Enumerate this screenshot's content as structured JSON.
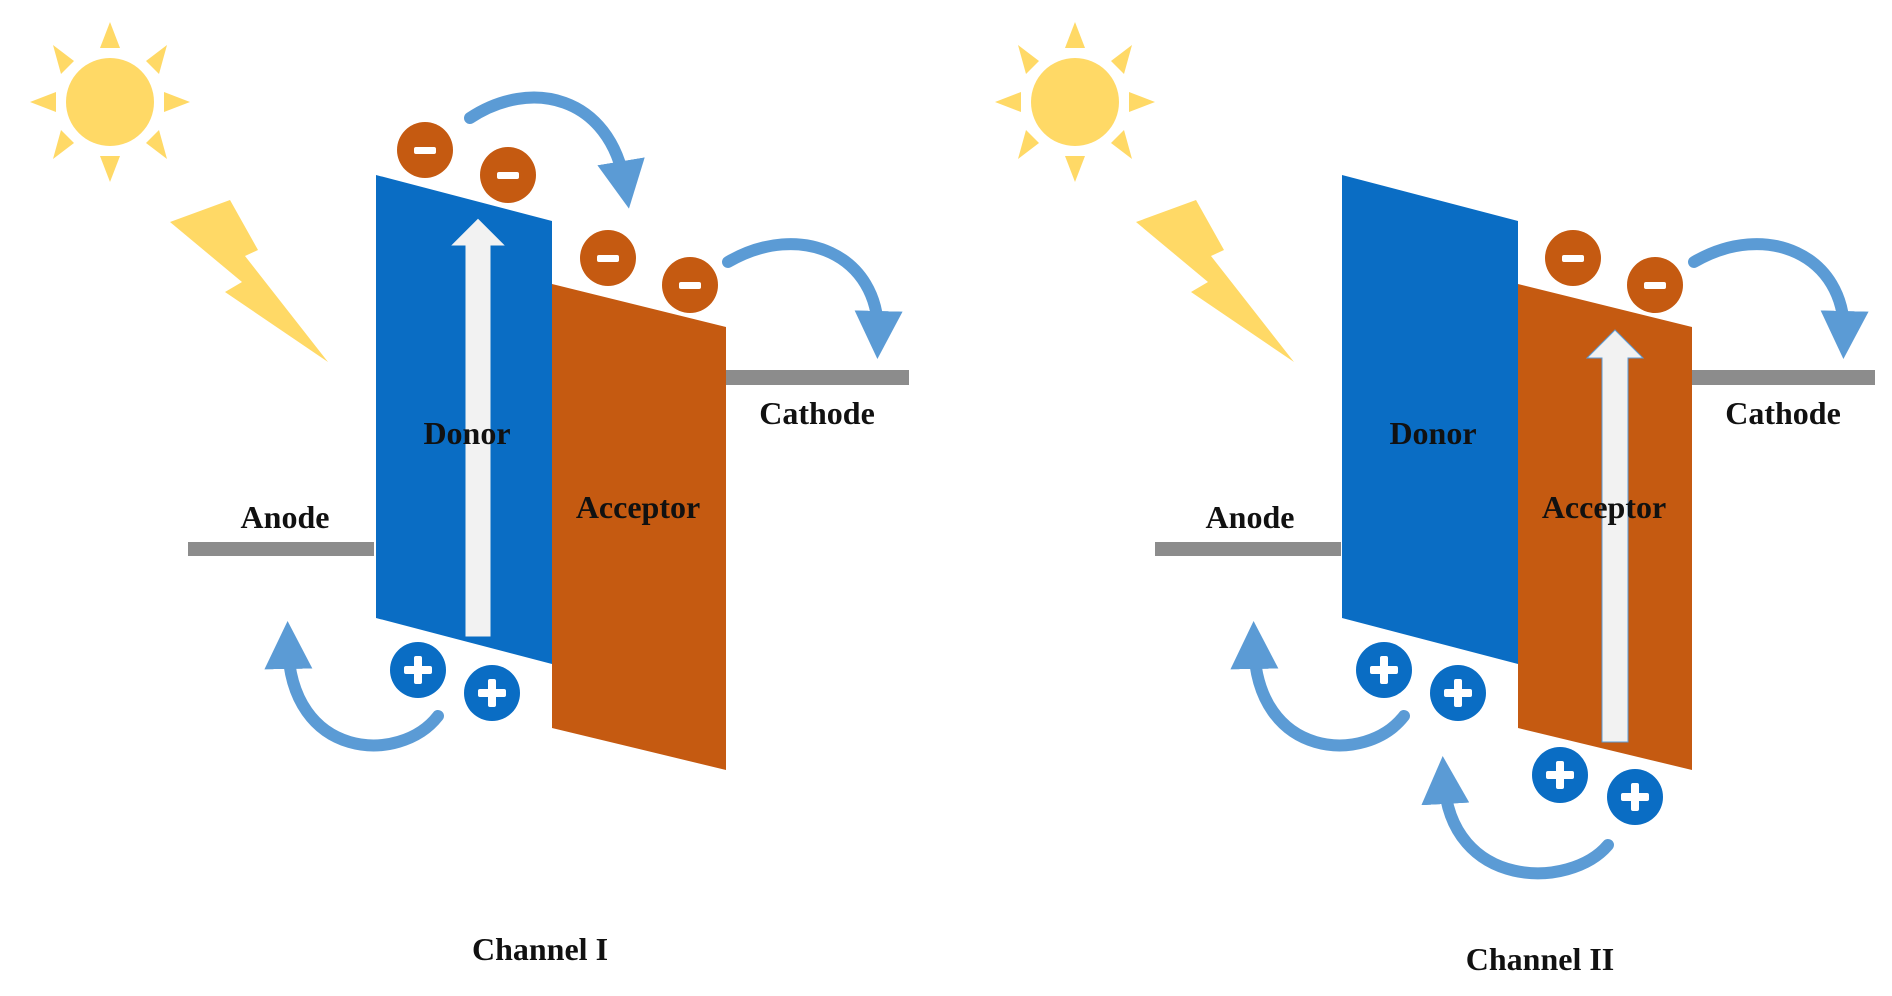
{
  "colors": {
    "donor": "#0A6DC4",
    "acceptor": "#C55A11",
    "electrode": "#8C8C8C",
    "sun": "#FFD966",
    "bolt": "#FFD966",
    "arrow": "#5B9BD5",
    "electron": "#C55A11",
    "hole": "#0A6DC4",
    "excitation_arrow": "#F2F2F2"
  },
  "panels": [
    {
      "id": "channel-1",
      "donor_label": "Donor",
      "acceptor_label": "Acceptor",
      "anode_label": "Anode",
      "cathode_label": "Cathode",
      "caption": "Channel I",
      "electron_symbol": "−",
      "hole_symbol": "+",
      "excited_material": "donor"
    },
    {
      "id": "channel-2",
      "donor_label": "Donor",
      "acceptor_label": "Acceptor",
      "anode_label": "Anode",
      "cathode_label": "Cathode",
      "caption": "Channel II",
      "electron_symbol": "−",
      "hole_symbol": "+",
      "excited_material": "acceptor"
    }
  ]
}
